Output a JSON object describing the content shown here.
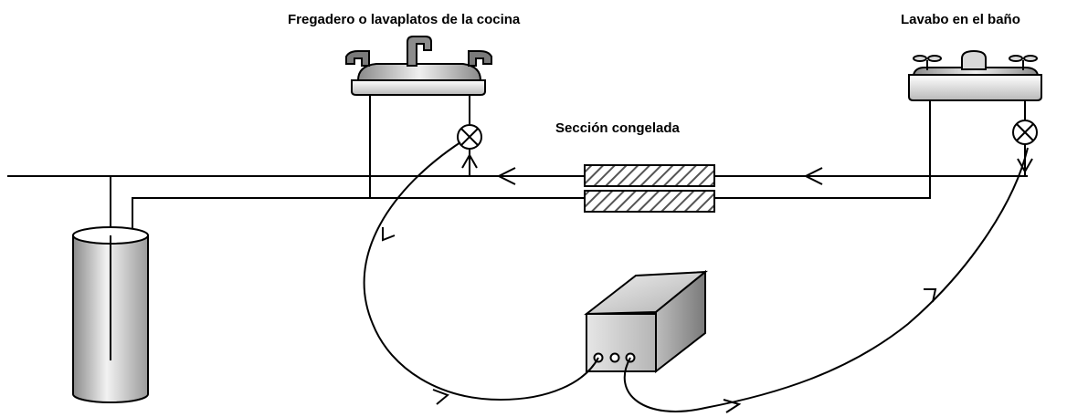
{
  "labels": {
    "kitchen_sink": "Fregadero o lavaplatos de la cocina",
    "bathroom_sink": "Lavabo en el baño",
    "frozen_section": "Sección congelada"
  },
  "colors": {
    "line": "#000000",
    "fixture_light": "#f4f4f4",
    "fixture_dark": "#7a7a7a",
    "hatch": "#555555",
    "faucet": "#8c8c8c"
  },
  "icons": {
    "kitchen_sink": "kitchen-sink-icon",
    "bathroom_sink": "bathroom-sink-icon",
    "valve": "valve-cross-icon",
    "well": "well-casing-icon",
    "welder": "welder-box-icon"
  }
}
